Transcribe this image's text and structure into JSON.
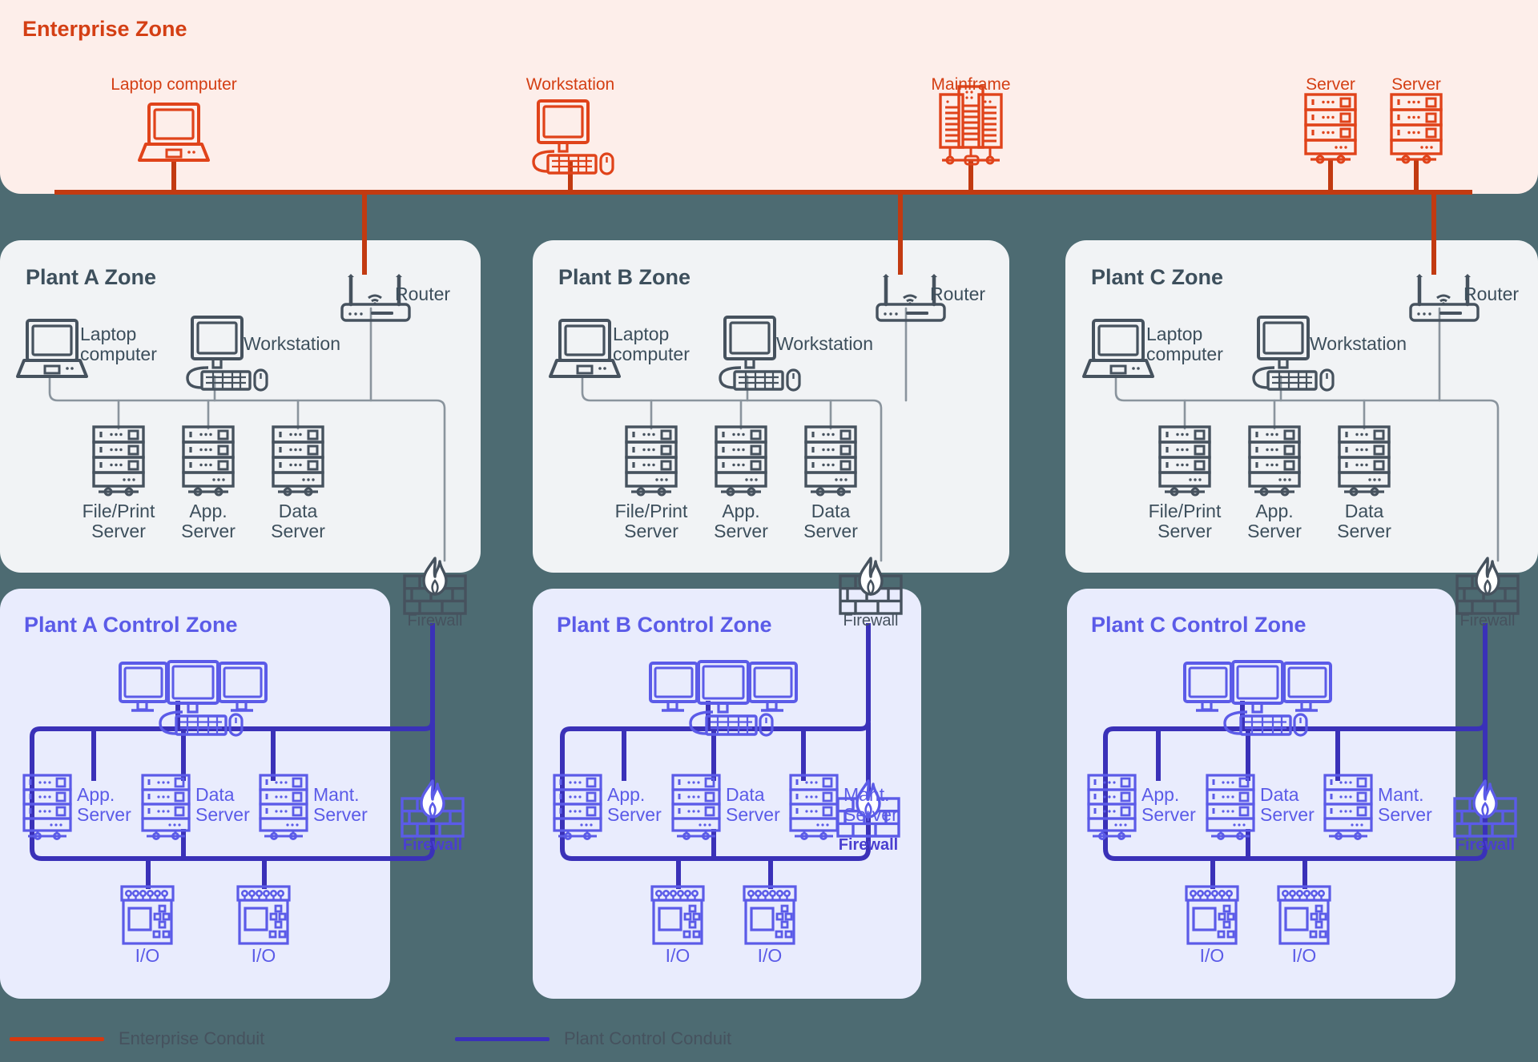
{
  "colors": {
    "background": "#4d6b72",
    "enterprise_accent": "#d43f14",
    "enterprise_zone_bg": "#fdeeea",
    "plant_zone_bg": "#f1f3f5",
    "plant_text": "#3d4f5c",
    "control_zone_bg": "#e9ecfd",
    "control_accent": "#5b5be8",
    "control_conduit": "#3a31b8",
    "firewall_gray": "#46525e"
  },
  "enterprise": {
    "title": "Enterprise Zone",
    "devices": [
      {
        "label": "Laptop computer",
        "icon": "laptop-icon"
      },
      {
        "label": "Workstation",
        "icon": "workstation-icon"
      },
      {
        "label": "Mainframe",
        "icon": "mainframe-icon"
      },
      {
        "label": "Server",
        "icon": "server-icon"
      },
      {
        "label": "Server",
        "icon": "server-icon"
      }
    ]
  },
  "plant_zones": [
    {
      "title": "Plant A Zone",
      "router": "Router",
      "laptop": "Laptop\ncomputer",
      "workstation": "Workstation",
      "servers": [
        "File/Print\nServer",
        "App.\nServer",
        "Data\nServer"
      ],
      "firewall": "Firewall"
    },
    {
      "title": "Plant B Zone",
      "router": "Router",
      "laptop": "Laptop\ncomputer",
      "workstation": "Workstation",
      "servers": [
        "File/Print\nServer",
        "App.\nServer",
        "Data\nServer"
      ],
      "firewall": "Firewall"
    },
    {
      "title": "Plant C Zone",
      "router": "Router",
      "laptop": "Laptop\ncomputer",
      "workstation": "Workstation",
      "servers": [
        "File/Print\nServer",
        "App.\nServer",
        "Data\nServer"
      ],
      "firewall": "Firewall"
    }
  ],
  "control_zones": [
    {
      "title": "Plant A Control Zone",
      "hmi": "triple-monitor-workstation-icon",
      "servers": [
        "App.\nServer",
        "Data\nServer",
        "Mant.\nServer"
      ],
      "io": [
        "I/O",
        "I/O"
      ],
      "firewall": "Firewall"
    },
    {
      "title": "Plant B Control Zone",
      "hmi": "triple-monitor-workstation-icon",
      "servers": [
        "App.\nServer",
        "Data\nServer",
        "Mant.\nServer"
      ],
      "io": [
        "I/O",
        "I/O"
      ],
      "firewall": "Firewall"
    },
    {
      "title": "Plant C Control Zone",
      "hmi": "triple-monitor-workstation-icon",
      "servers": [
        "App.\nServer",
        "Data\nServer",
        "Mant.\nServer"
      ],
      "io": [
        "I/O",
        "I/O"
      ],
      "firewall": "Firewall"
    }
  ],
  "legend": {
    "items": [
      {
        "label": "Enterprise Conduit",
        "color": "#d43f14"
      },
      {
        "label": "Plant Control Conduit",
        "color": "#3a31b8"
      }
    ]
  }
}
